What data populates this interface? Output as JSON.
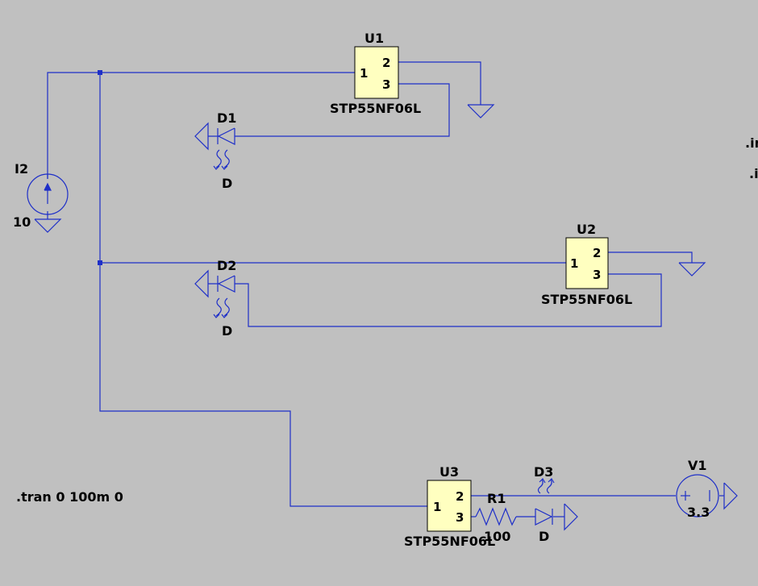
{
  "components": {
    "U1": {
      "ref": "U1",
      "part": "STP55NF06L",
      "pin1": "1",
      "pin2": "2",
      "pin3": "3"
    },
    "U2": {
      "ref": "U2",
      "part": "STP55NF06L",
      "pin1": "1",
      "pin2": "2",
      "pin3": "3"
    },
    "U3": {
      "ref": "U3",
      "part": "STP55NF06L",
      "pin1": "1",
      "pin2": "2",
      "pin3": "3"
    },
    "D1": {
      "ref": "D1",
      "model": "D"
    },
    "D2": {
      "ref": "D2",
      "model": "D"
    },
    "D3": {
      "ref": "D3",
      "model": "D"
    },
    "I2": {
      "ref": "I2",
      "value": "10"
    },
    "R1": {
      "ref": "R1",
      "value": "100"
    },
    "V1": {
      "ref": "V1",
      "value": "3.3"
    }
  },
  "directives": {
    "tran": ".tran 0 100m 0",
    "cut1": ".in",
    "cut2": ".i"
  },
  "colors": {
    "background": "#c0c0c0",
    "wire": "#1e2fc8",
    "ic_fill": "#ffffc0"
  }
}
